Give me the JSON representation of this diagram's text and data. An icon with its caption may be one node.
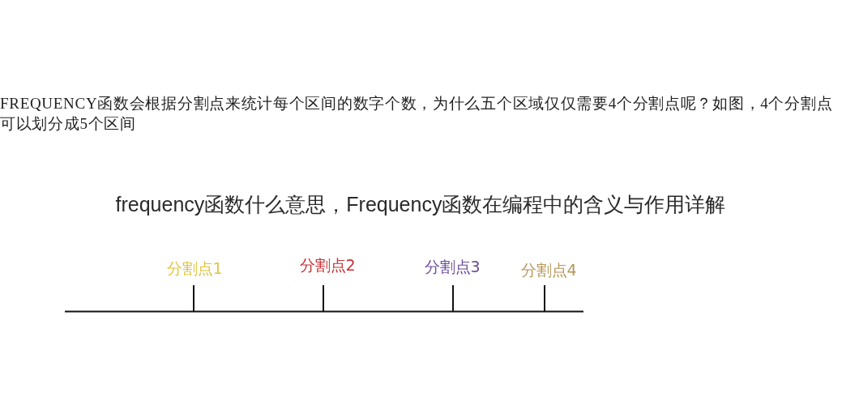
{
  "diagram": {
    "title": "frequency函数什么意思，Frequency函数在编程中的含义与作用详解",
    "labels": [
      "FREQUENCY函数会根据分割点来统计每个区间的数字个数，为什么五个区域仅仅需要4个分割点呢？如图，4个分割点可以划分成5个区间",
      "分割点1",
      "分割点2",
      "分割点3",
      "分割点4"
    ]
  }
}
